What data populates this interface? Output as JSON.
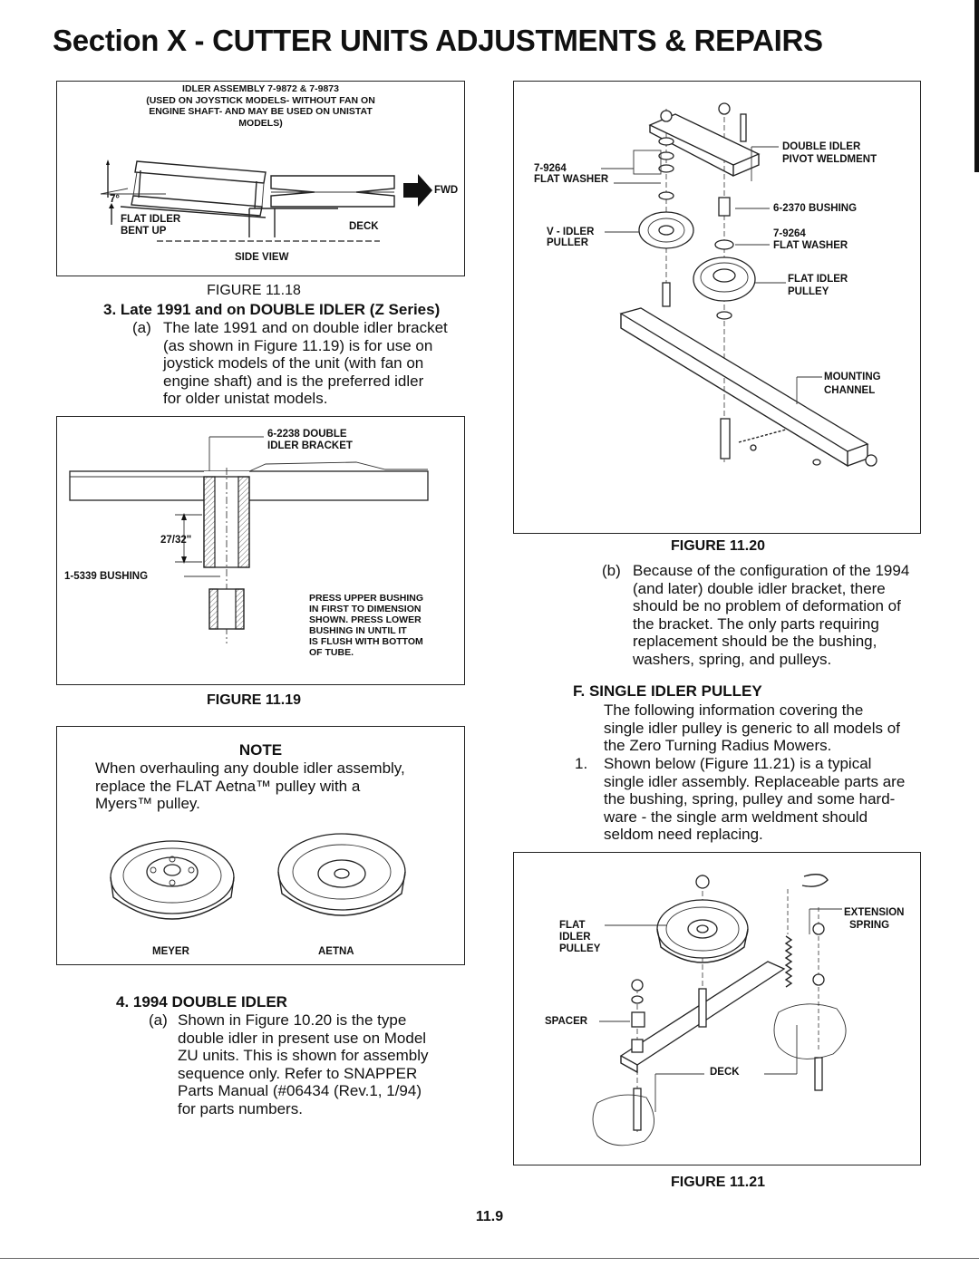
{
  "page": {
    "title": "Section X - CUTTER UNITS ADJUSTMENTS & REPAIRS",
    "page_number": "11.9"
  },
  "fig_11_18": {
    "header_lines": [
      "IDLER ASSEMBLY 7-9872 & 7-9873",
      "(USED ON JOYSTICK MODELS- WITHOUT FAN ON",
      "ENGINE SHAFT- AND MAY BE USED ON UNISTAT",
      "MODELS)"
    ],
    "angle": "7°",
    "flat_idler": "FLAT IDLER",
    "bent_up": "BENT UP",
    "deck": "DECK",
    "fwd": "FWD",
    "side_view": "SIDE VIEW",
    "caption": "FIGURE  11.18"
  },
  "section3": {
    "heading": "3.   Late 1991 and on DOUBLE IDLER (Z Series)",
    "item_a_marker": "(a)",
    "item_a_lines": [
      "The late 1991 and on double idler bracket",
      "(as shown in Figure 11.19) is for use on",
      "joystick models of the  unit  (with fan on",
      "engine shaft) and is the preferred idler",
      "for older unistat models."
    ]
  },
  "fig_11_19": {
    "bracket_label_1": "6-2238 DOUBLE",
    "bracket_label_2": "IDLER BRACKET",
    "dimension": "27/32\"",
    "bushing": "1-5339 BUSHING",
    "press_lines": [
      "PRESS UPPER BUSHING",
      "IN FIRST TO DIMENSION",
      "SHOWN.  PRESS LOWER",
      "BUSHING IN UNTIL IT",
      "IS FLUSH WITH BOTTOM",
      "OF TUBE."
    ],
    "caption": "FIGURE 11.19"
  },
  "note": {
    "heading": "NOTE",
    "lines": [
      "When overhauling any double idler assembly,",
      "replace the FLAT Aetna™ pulley with a",
      "Myers™ pulley."
    ],
    "left_label": "MEYER",
    "right_label": "AETNA"
  },
  "section4": {
    "heading": "4.   1994 DOUBLE IDLER",
    "item_a_marker": "(a)",
    "item_a_lines": [
      "Shown in Figure 10.20 is the type",
      "double idler in present use on Model",
      "ZU  units.   This is shown for assembly",
      "sequence only.  Refer to SNAPPER",
      "Parts Manual (#06434 (Rev.1, 1/94)",
      "for parts numbers."
    ]
  },
  "fig_11_20": {
    "washer_left_1": "7-9264",
    "washer_left_2": "FLAT WASHER",
    "v_idler_1": "V - IDLER",
    "v_idler_2": "PULLER",
    "double_idler_1": "DOUBLE IDLER",
    "double_idler_2": "PIVOT WELDMENT",
    "bushing": "6-2370 BUSHING",
    "washer_right_1": "7-9264",
    "washer_right_2": "FLAT WASHER",
    "flat_idler_1": "FLAT IDLER",
    "flat_idler_2": "PULLEY",
    "mounting_1": "MOUNTING",
    "mounting_2": "CHANNEL",
    "caption": "FIGURE 11.20"
  },
  "section_b": {
    "marker": "(b)",
    "lines": [
      "Because of the configuration of the 1994",
      "(and later) double idler bracket, there",
      "should be no problem of deformation of",
      "the bracket.  The only parts requiring",
      "replacement should be the bushing,",
      "washers, spring, and pulleys."
    ]
  },
  "section_f": {
    "heading": "F.   SINGLE IDLER PULLEY",
    "intro_lines": [
      "The following information covering the",
      "single idler pulley is generic to all models of",
      "the Zero Turning Radius Mowers."
    ],
    "item1_marker": "1.",
    "item1_lines": [
      "Shown below (Figure 11.21) is a typical",
      "single idler assembly.  Replaceable parts are",
      "the bushing, spring, pulley and some hard-",
      "ware - the single arm weldment should",
      "seldom need replacing."
    ]
  },
  "fig_11_21": {
    "flat_1": "FLAT",
    "flat_2": "IDLER",
    "flat_3": "PULLEY",
    "extension_1": "EXTENSION",
    "extension_2": "SPRING",
    "spacer": "SPACER",
    "deck": "DECK",
    "caption": "FIGURE 11.21"
  }
}
